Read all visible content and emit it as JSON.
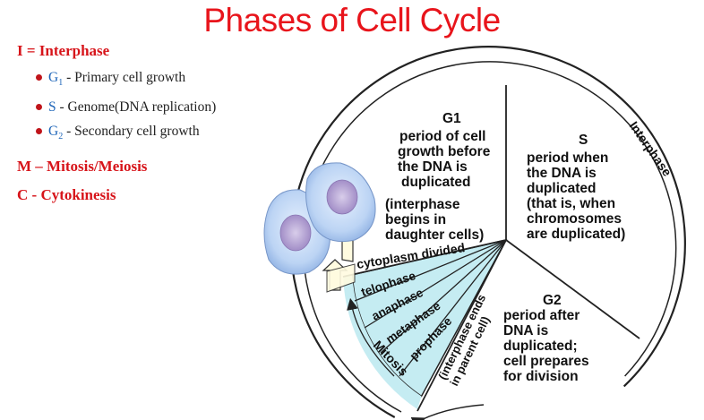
{
  "title": "Phases of Cell Cycle",
  "legend": {
    "interphase_head": "I = Interphase",
    "items": [
      {
        "code": "G",
        "sub": "1",
        "text": " - Primary cell growth"
      },
      {
        "code": "S",
        "sub": "",
        "text": " -  Genome(DNA replication)"
      },
      {
        "code": "G",
        "sub": "2",
        "text": " - Secondary cell growth"
      }
    ],
    "mitosis_head": "M – Mitosis/Meiosis",
    "cytokinesis_head": "C - Cytokinesis"
  },
  "diagram": {
    "ring_label": "Interphase",
    "g1": {
      "title": "G1",
      "lines": [
        "period of cell",
        "growth before",
        "the DNA is",
        "duplicated"
      ],
      "note": [
        "(interphase",
        "begins in",
        "daughter cells)"
      ]
    },
    "s": {
      "title": "S",
      "lines": [
        "period when",
        "the DNA is",
        "duplicated",
        "(that is, when",
        "chromosomes",
        "are duplicated)"
      ]
    },
    "g2": {
      "title": "G2",
      "lines": [
        "period after",
        "DNA is",
        "duplicated;",
        "cell prepares",
        "for division"
      ]
    },
    "cytoplasm": "cytoplasm divided",
    "phases": [
      "telophase",
      "anaphase",
      "metaphase",
      "prophase"
    ],
    "interphase_ends": [
      "(interphase ends",
      "in parent cell)"
    ],
    "mitosis_label": "Mitosis",
    "colors": {
      "mitosis_fill": "#c5ecf2",
      "title_red": "#e8141b",
      "cell_blue": "#b3cff3",
      "nucleus": "#b4a2d2"
    }
  }
}
